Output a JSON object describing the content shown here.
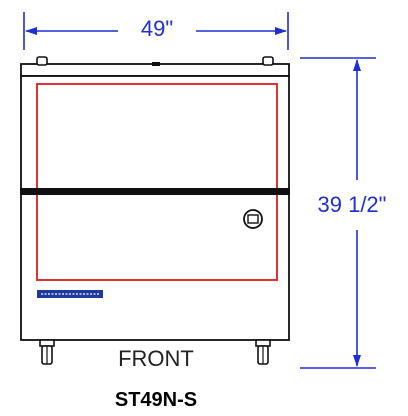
{
  "dimensions": {
    "width_label": "49\"",
    "height_label": "39 1/2\""
  },
  "labels": {
    "front": "FRONT",
    "model": "ST49N-S"
  },
  "colors": {
    "dimension": "#1f2fd6",
    "outline": "#111111",
    "panel": "#e01b1b",
    "badge": "#1f3a9e"
  }
}
